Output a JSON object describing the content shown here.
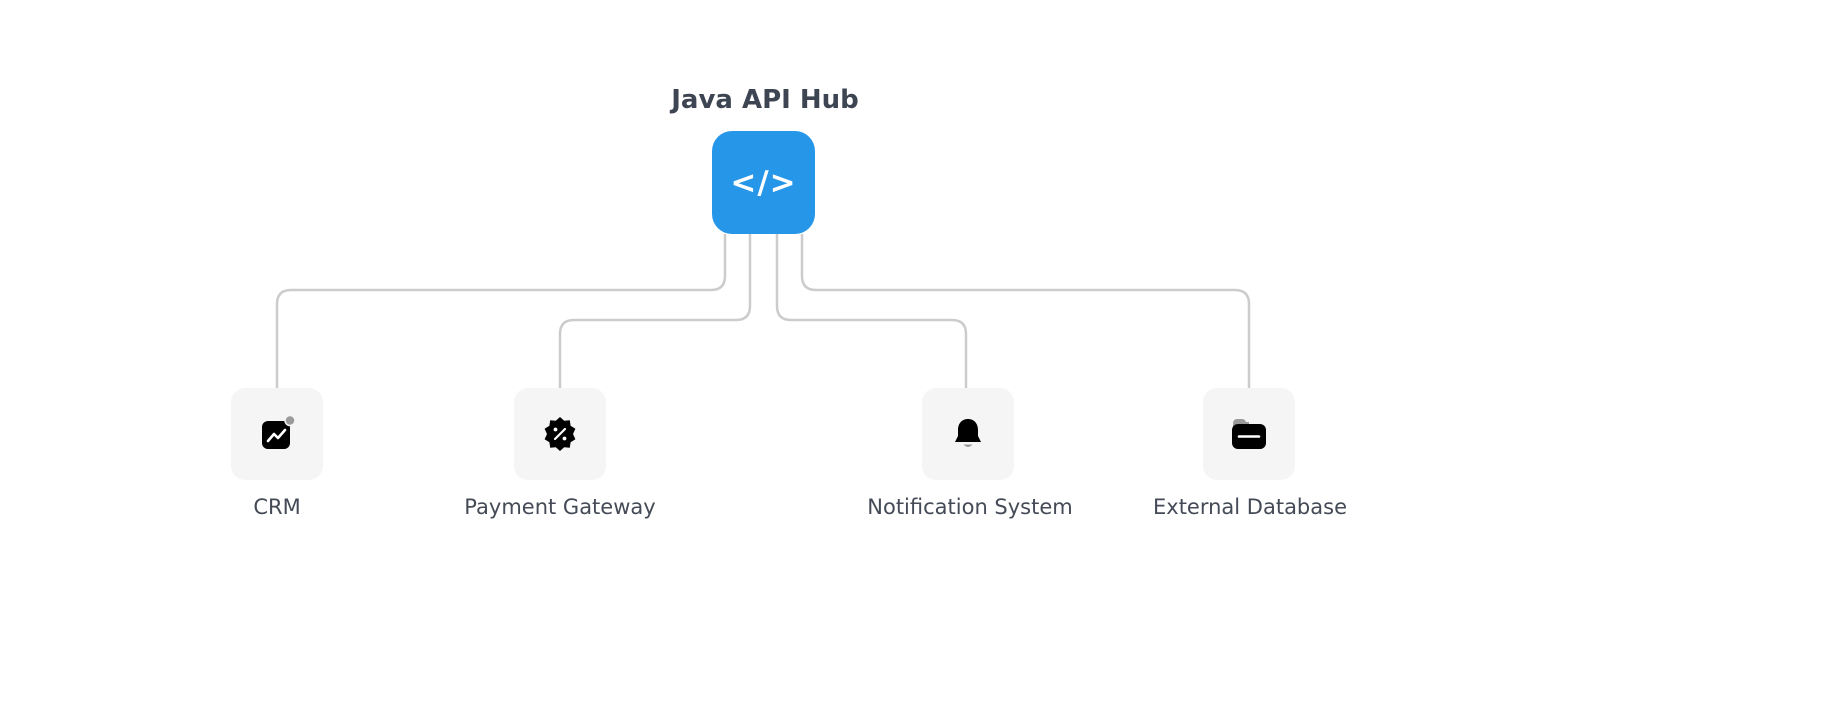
{
  "hub": {
    "title": "Java API Hub",
    "glyph": "</>",
    "icon": "code-icon",
    "color": "#2696e8"
  },
  "nodes": [
    {
      "label": "CRM",
      "icon": "trending-chart-icon"
    },
    {
      "label": "Payment Gateway",
      "icon": "discount-badge-icon"
    },
    {
      "label": "Notification System",
      "icon": "bell-icon"
    },
    {
      "label": "External Database",
      "icon": "folder-icon"
    }
  ],
  "colors": {
    "connector": "#cccccc",
    "node_background": "#f5f5f5",
    "text": "#444a56"
  }
}
